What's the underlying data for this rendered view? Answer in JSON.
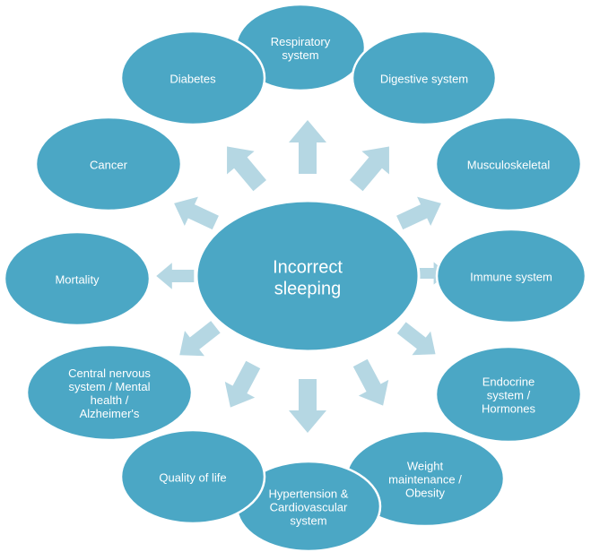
{
  "center": {
    "lines": [
      "Incorrect",
      "sleeping"
    ]
  },
  "nodes": [
    {
      "id": "respiratory",
      "lines": [
        "Respiratory",
        "system"
      ]
    },
    {
      "id": "digestive",
      "lines": [
        "Digestive system"
      ]
    },
    {
      "id": "musculoskeletal",
      "lines": [
        "Musculoskeletal"
      ]
    },
    {
      "id": "immune",
      "lines": [
        "Immune system"
      ]
    },
    {
      "id": "endocrine",
      "lines": [
        "Endocrine",
        "system /",
        "Hormones"
      ]
    },
    {
      "id": "weight",
      "lines": [
        "Weight",
        "maintenance /",
        "Obesity"
      ]
    },
    {
      "id": "hypertension",
      "lines": [
        "Hypertension &",
        "Cardiovascular",
        "system"
      ]
    },
    {
      "id": "quality-of-life",
      "lines": [
        "Quality of life"
      ]
    },
    {
      "id": "cns",
      "lines": [
        "Central nervous",
        "system / Mental",
        "health /",
        "Alzheimer's"
      ]
    },
    {
      "id": "mortality",
      "lines": [
        "Mortality"
      ]
    },
    {
      "id": "cancer",
      "lines": [
        "Cancer"
      ]
    },
    {
      "id": "diabetes",
      "lines": [
        "Diabetes"
      ]
    }
  ],
  "colors": {
    "node_fill": "#4ba7c5",
    "arrow_fill": "#b5d7e3",
    "text": "#ffffff"
  }
}
